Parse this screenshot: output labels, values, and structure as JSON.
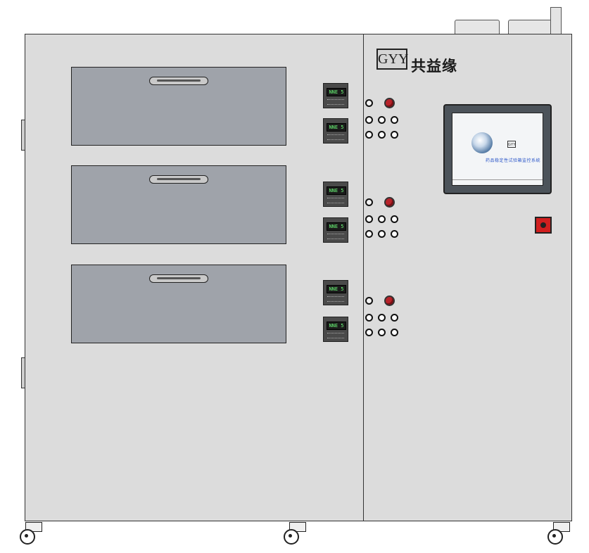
{
  "logo": {
    "mark": "GYY",
    "company": "共益缘"
  },
  "hmi": {
    "logo_mark": "GYY",
    "title": "药品稳定性试验箱监控系统"
  },
  "controllers": [
    {
      "display": "NNE 5"
    },
    {
      "display": "NNE 5"
    },
    {
      "display": "NNE 5"
    },
    {
      "display": "NNE 5"
    },
    {
      "display": "NNE 5"
    },
    {
      "display": "NNE 5"
    }
  ],
  "colors": {
    "panel": "#dcdcdc",
    "drawer": "#9fa3aa",
    "indicator_lamp": "#b8232a",
    "emergency_switch": "#d11f1f",
    "controller_display": "#6dff7a",
    "hmi_title": "#2a55c8"
  }
}
